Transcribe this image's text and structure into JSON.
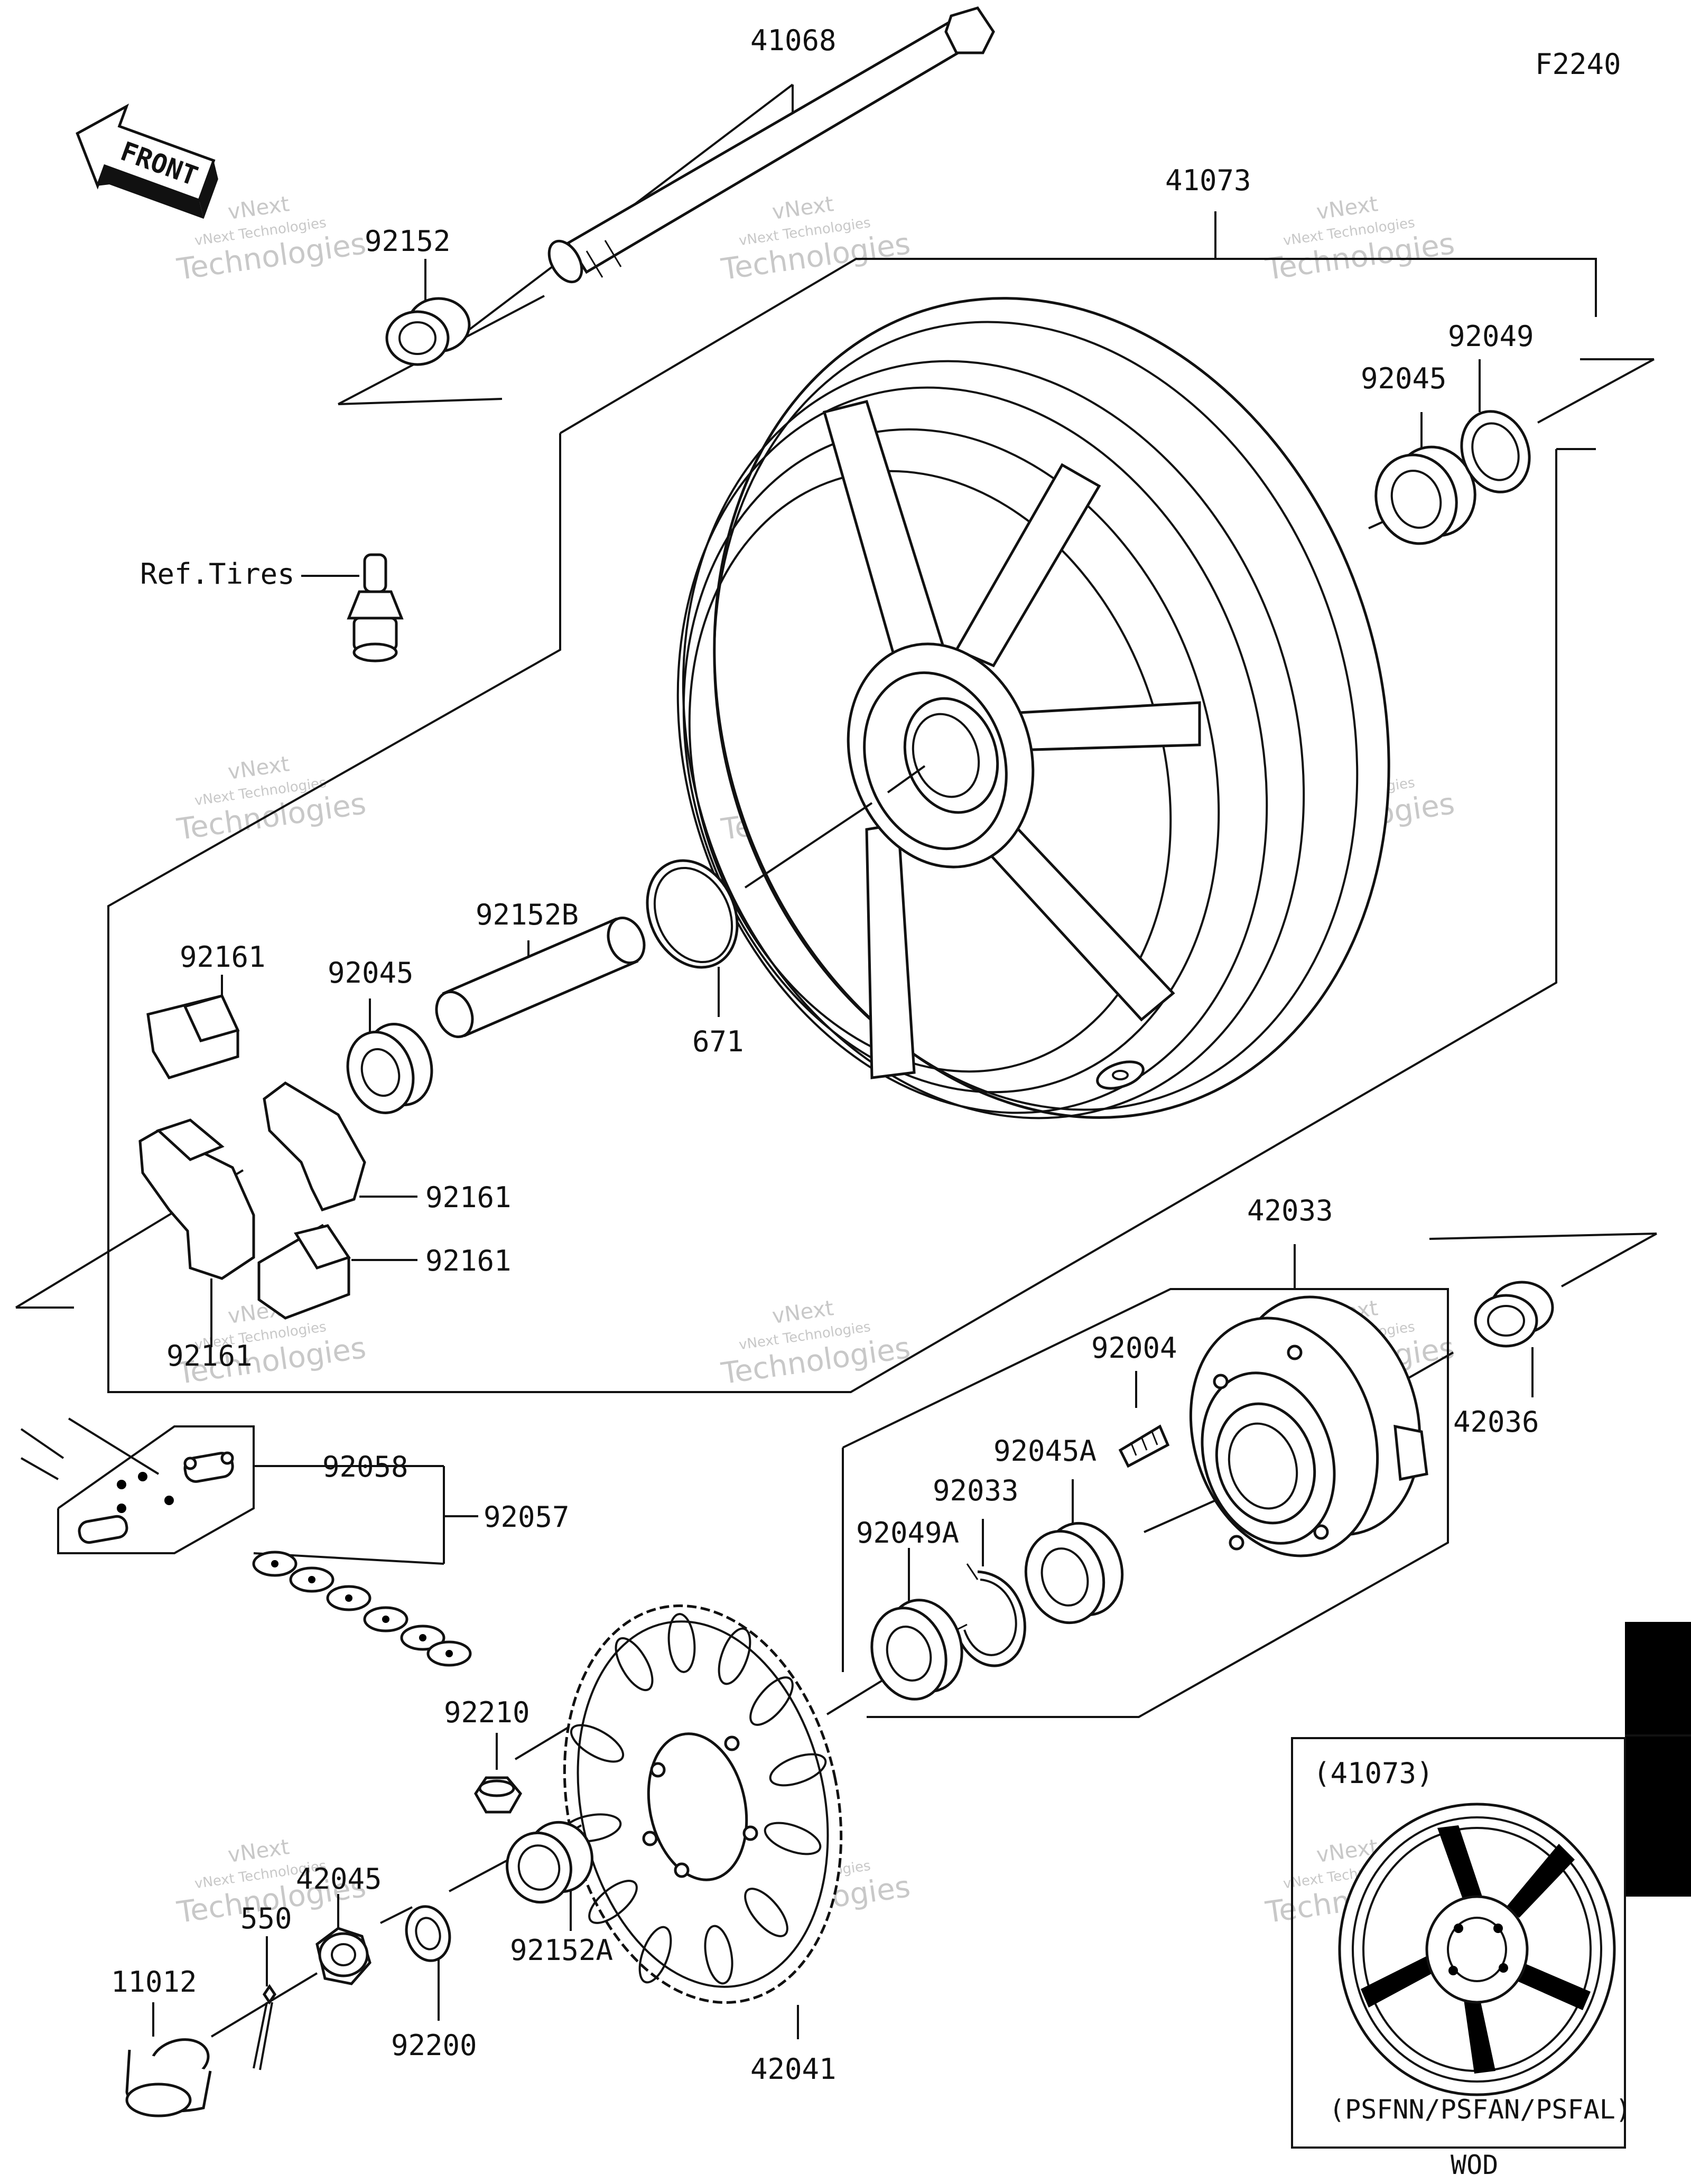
{
  "figure_code": "F2240",
  "front_arrow_text": "FRONT",
  "watermark": {
    "line1": "vNext",
    "line2": "vNext Technologies",
    "line3": "Technologies"
  },
  "parts": {
    "p41068": "41068",
    "p41073": "41073",
    "p92152": "92152",
    "p92049": "92049",
    "p92045_top": "92045",
    "ref_tires": "Ref.Tires",
    "p92152B": "92152B",
    "p92045_mid": "92045",
    "p671": "671",
    "p92161_a": "92161",
    "p92161_b": "92161",
    "p92161_c": "92161",
    "p92161_d": "92161",
    "p42033": "42033",
    "p92004": "92004",
    "p92045A": "92045A",
    "p42036": "42036",
    "p92058": "92058",
    "p92057": "92057",
    "p92033": "92033",
    "p92049A": "92049A",
    "p92210": "92210",
    "p42045": "42045",
    "p550": "550",
    "p11012": "11012",
    "p92200": "92200",
    "p92152A": "92152A",
    "p42041": "42041"
  },
  "inset": {
    "title": "(41073)",
    "caption": "(PSFNN/PSFAN/PSFAL)",
    "footer": "WOD"
  }
}
